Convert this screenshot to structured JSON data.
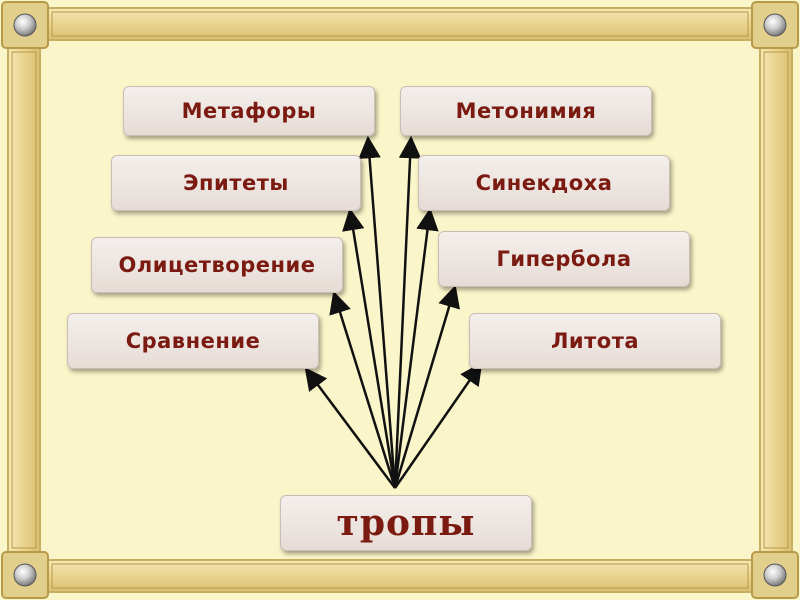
{
  "diagram": {
    "root": {
      "id": "tropy",
      "label": "тропы"
    },
    "left_nodes": [
      {
        "id": "metafory",
        "label": "Метафоры"
      },
      {
        "id": "epitety",
        "label": "Эпитеты"
      },
      {
        "id": "olicetvorenie",
        "label": "Олицетворение"
      },
      {
        "id": "sravnenie",
        "label": "Сравнение"
      }
    ],
    "right_nodes": [
      {
        "id": "metonimiya",
        "label": "Метонимия"
      },
      {
        "id": "sinekdoha",
        "label": "Синекдоха"
      },
      {
        "id": "giperbola",
        "label": "Гипербола"
      },
      {
        "id": "litota",
        "label": "Литота"
      }
    ],
    "edges": [
      {
        "from": "tropy",
        "to": "metafory"
      },
      {
        "from": "tropy",
        "to": "epitety"
      },
      {
        "from": "tropy",
        "to": "olicetvorenie"
      },
      {
        "from": "tropy",
        "to": "sravnenie"
      },
      {
        "from": "tropy",
        "to": "metonimiya"
      },
      {
        "from": "tropy",
        "to": "sinekdoha"
      },
      {
        "from": "tropy",
        "to": "giperbola"
      },
      {
        "from": "tropy",
        "to": "litota"
      }
    ]
  },
  "colors": {
    "background": "#fbf6c9",
    "frame": "#e9d79a",
    "text": "#7a1a10",
    "card": "#ede5e0",
    "arrow": "#111111"
  }
}
